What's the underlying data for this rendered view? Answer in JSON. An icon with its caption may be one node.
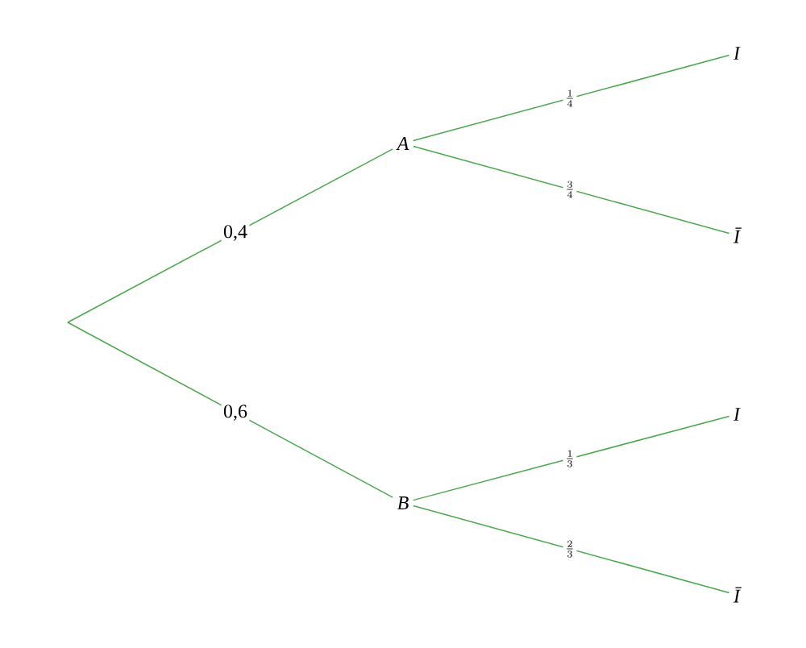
{
  "diagram": {
    "nodes": [
      {
        "text": [
          "A"
        ]
      },
      {
        "text": [
          "B"
        ]
      },
      {
        "text": [
          "I"
        ]
      },
      {
        "text": [
          "Ī"
        ]
      },
      {
        "text": [
          "I"
        ]
      },
      {
        "text": [
          "Ī"
        ]
      }
    ],
    "edges": [
      {
        "from": null,
        "to": 0,
        "arrow": "none",
        "label": "0,4"
      },
      {
        "from": null,
        "to": 1,
        "arrow": "none",
        "label": "0,6"
      },
      {
        "from": 0,
        "to": 2,
        "arrow": "none",
        "label": "\\frac{1}{4}"
      },
      {
        "from": 0,
        "to": 3,
        "arrow": "none",
        "label": "\\frac{3}{4}"
      },
      {
        "from": 1,
        "to": 4,
        "arrow": "none",
        "label": "\\frac{1}{3}"
      },
      {
        "from": 1,
        "to": 5,
        "arrow": "none",
        "label": "\\frac{2}{3}"
      }
    ]
  }
}
